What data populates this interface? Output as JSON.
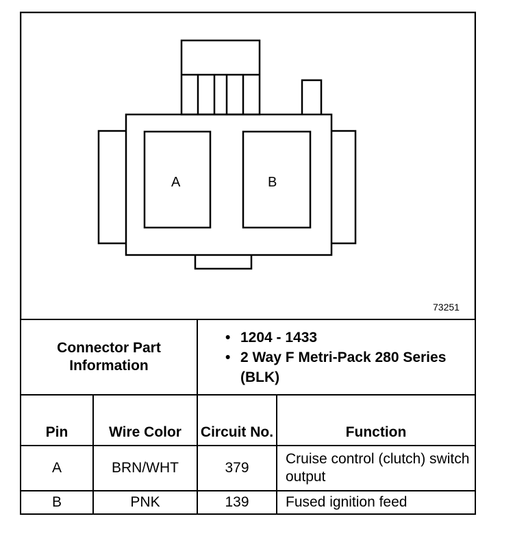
{
  "diagram": {
    "pins": [
      "A",
      "B"
    ],
    "figure_number": "73251"
  },
  "connector": {
    "label": "Connector Part Information",
    "info": [
      "1204 - 1433",
      "2 Way F Metri-Pack 280 Series (BLK)"
    ]
  },
  "table": {
    "headers": [
      "Pin",
      "Wire Color",
      "Circuit No.",
      "Function"
    ],
    "rows": [
      {
        "pin": "A",
        "wire_color": "BRN/WHT",
        "circuit": "379",
        "function": "Cruise control (clutch) switch output"
      },
      {
        "pin": "B",
        "wire_color": "PNK",
        "circuit": "139",
        "function": "Fused ignition feed"
      }
    ]
  }
}
